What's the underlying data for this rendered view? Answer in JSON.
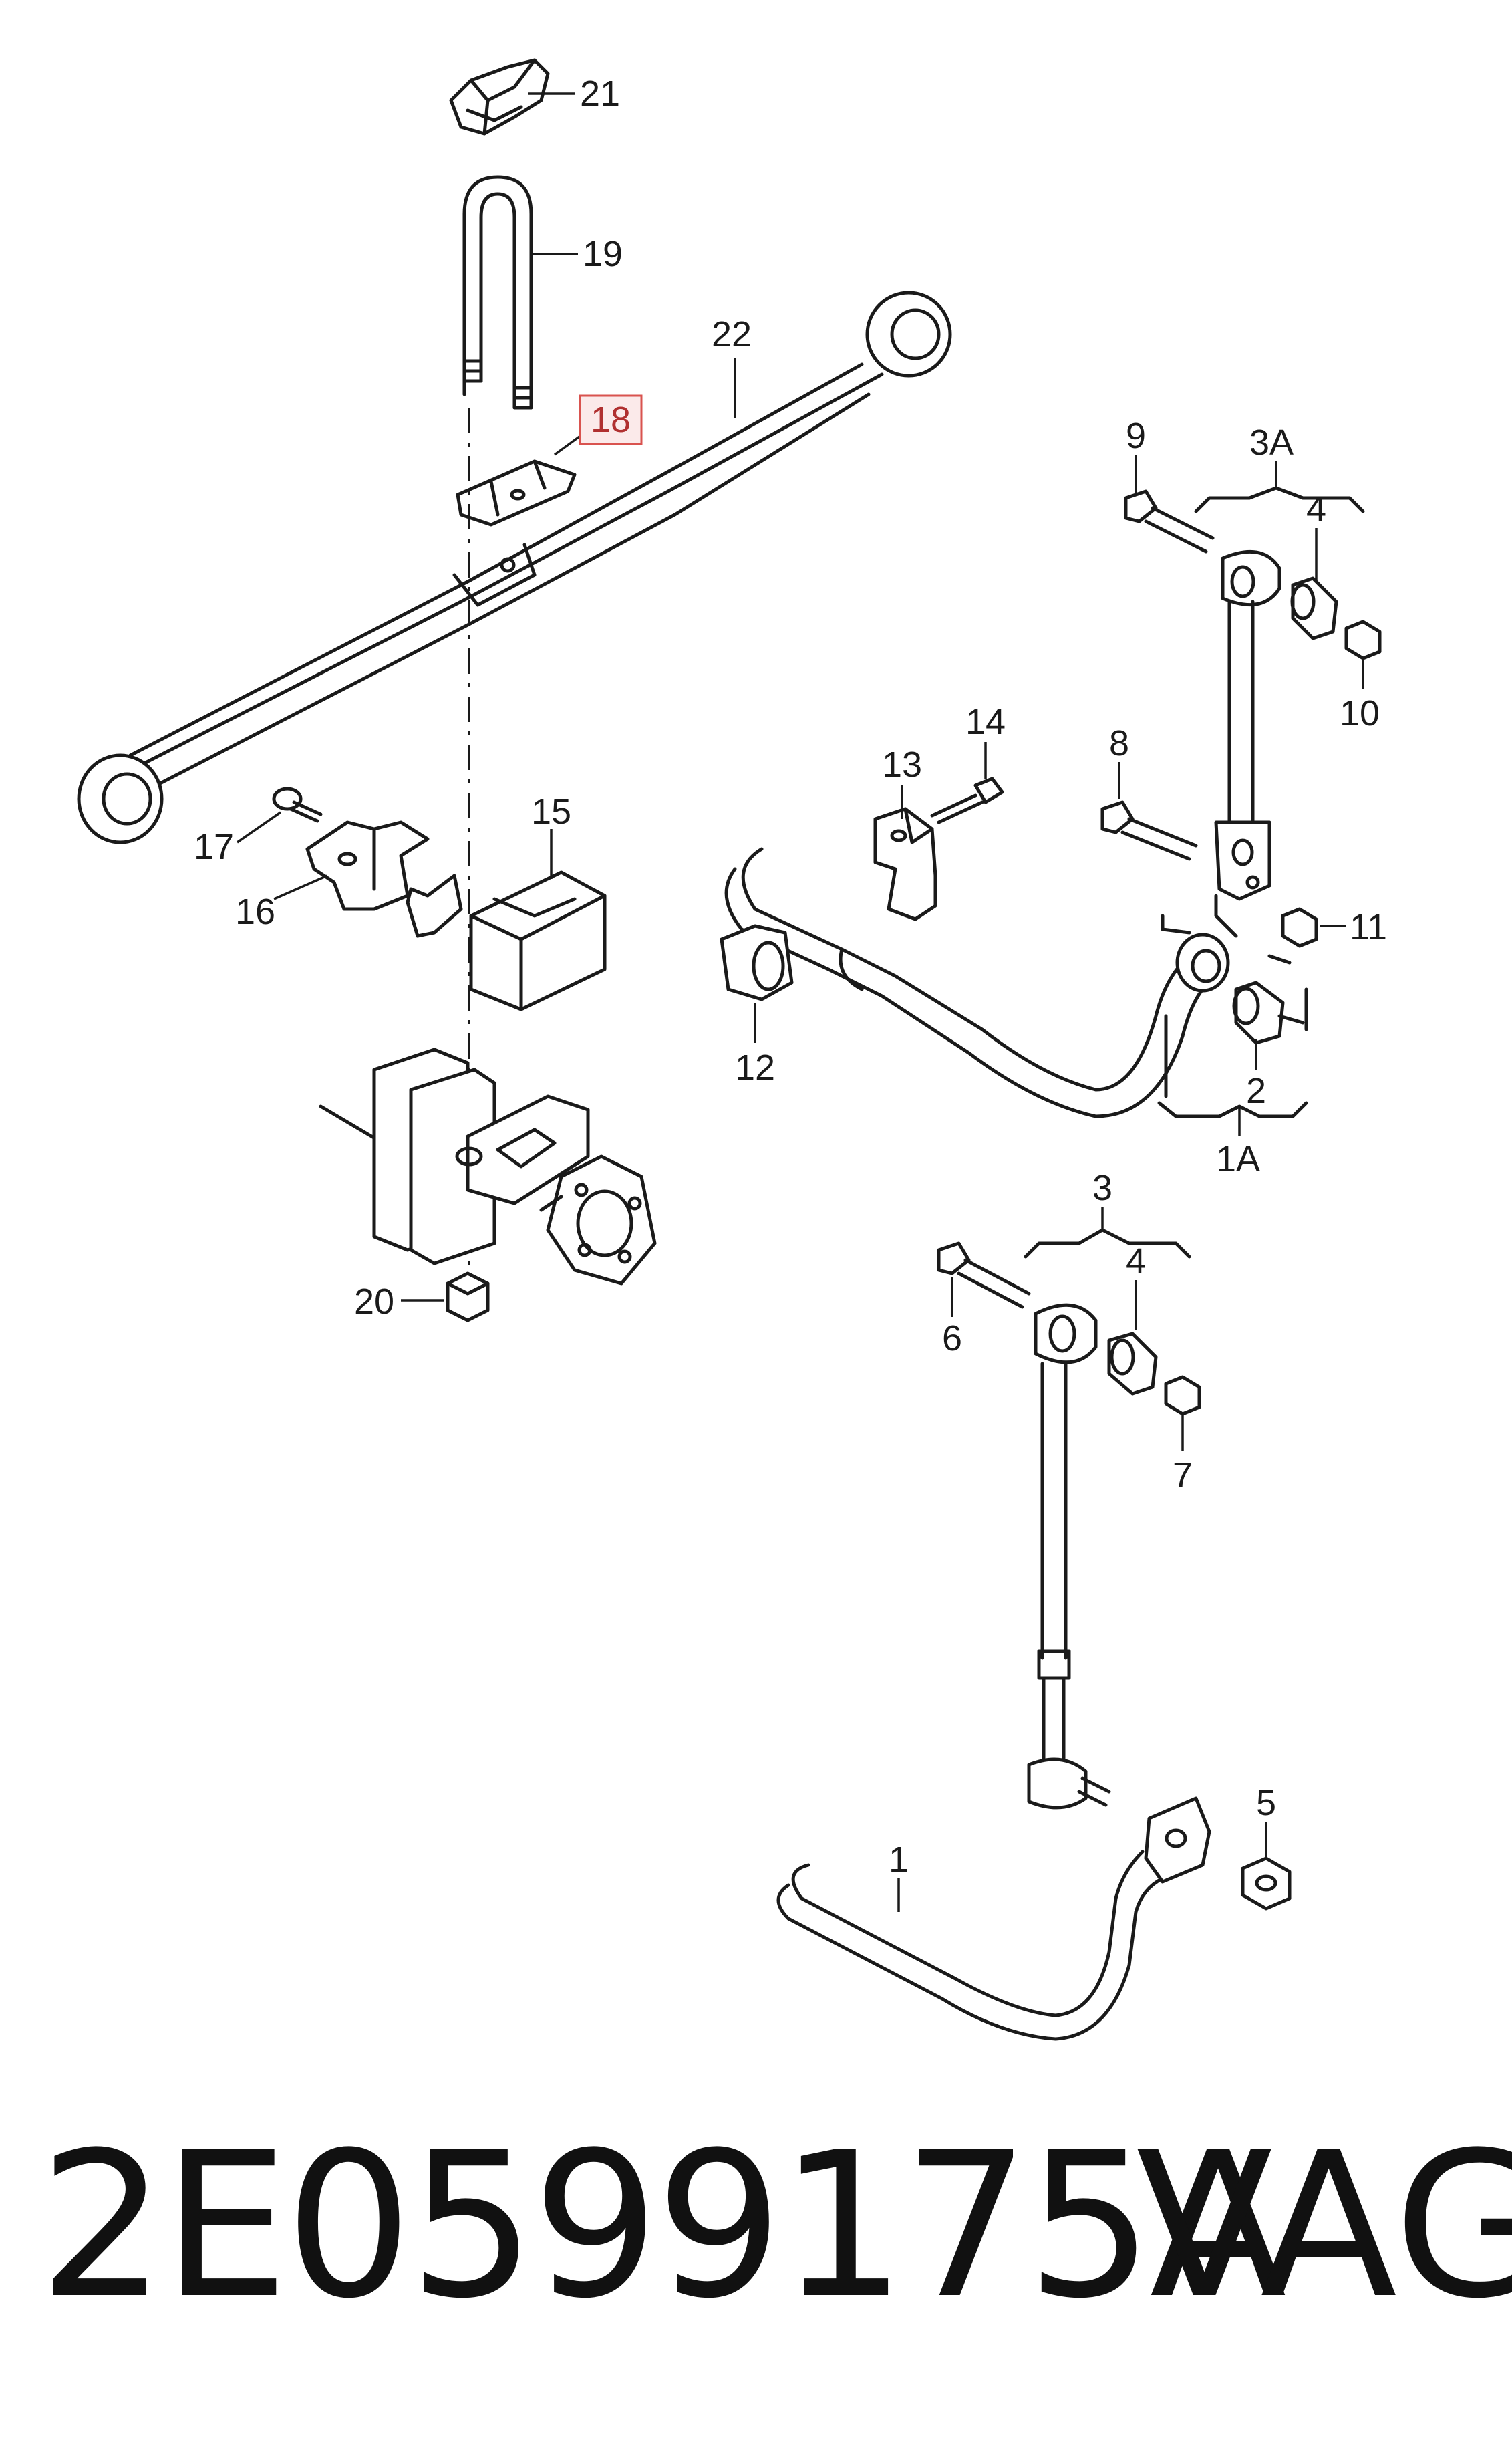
{
  "callouts": {
    "c1": "1",
    "c1A": "1A",
    "c2": "2",
    "c3": "3",
    "c3A": "3A",
    "c4a": "4",
    "c4b": "4",
    "c5": "5",
    "c6": "6",
    "c7": "7",
    "c8": "8",
    "c9": "9",
    "c10": "10",
    "c11": "11",
    "c12": "12",
    "c13": "13",
    "c14": "14",
    "c15": "15",
    "c16": "16",
    "c17": "17",
    "c18": "18",
    "c19": "19",
    "c20": "20",
    "c21": "21",
    "c22": "22"
  },
  "highlighted_callout": "18",
  "part_number": "2E0599175A",
  "brand": "VAG",
  "colors": {
    "ink": "#1a1a1a",
    "highlight_border": "#d9534f",
    "highlight_fill": "#fbeaea"
  }
}
